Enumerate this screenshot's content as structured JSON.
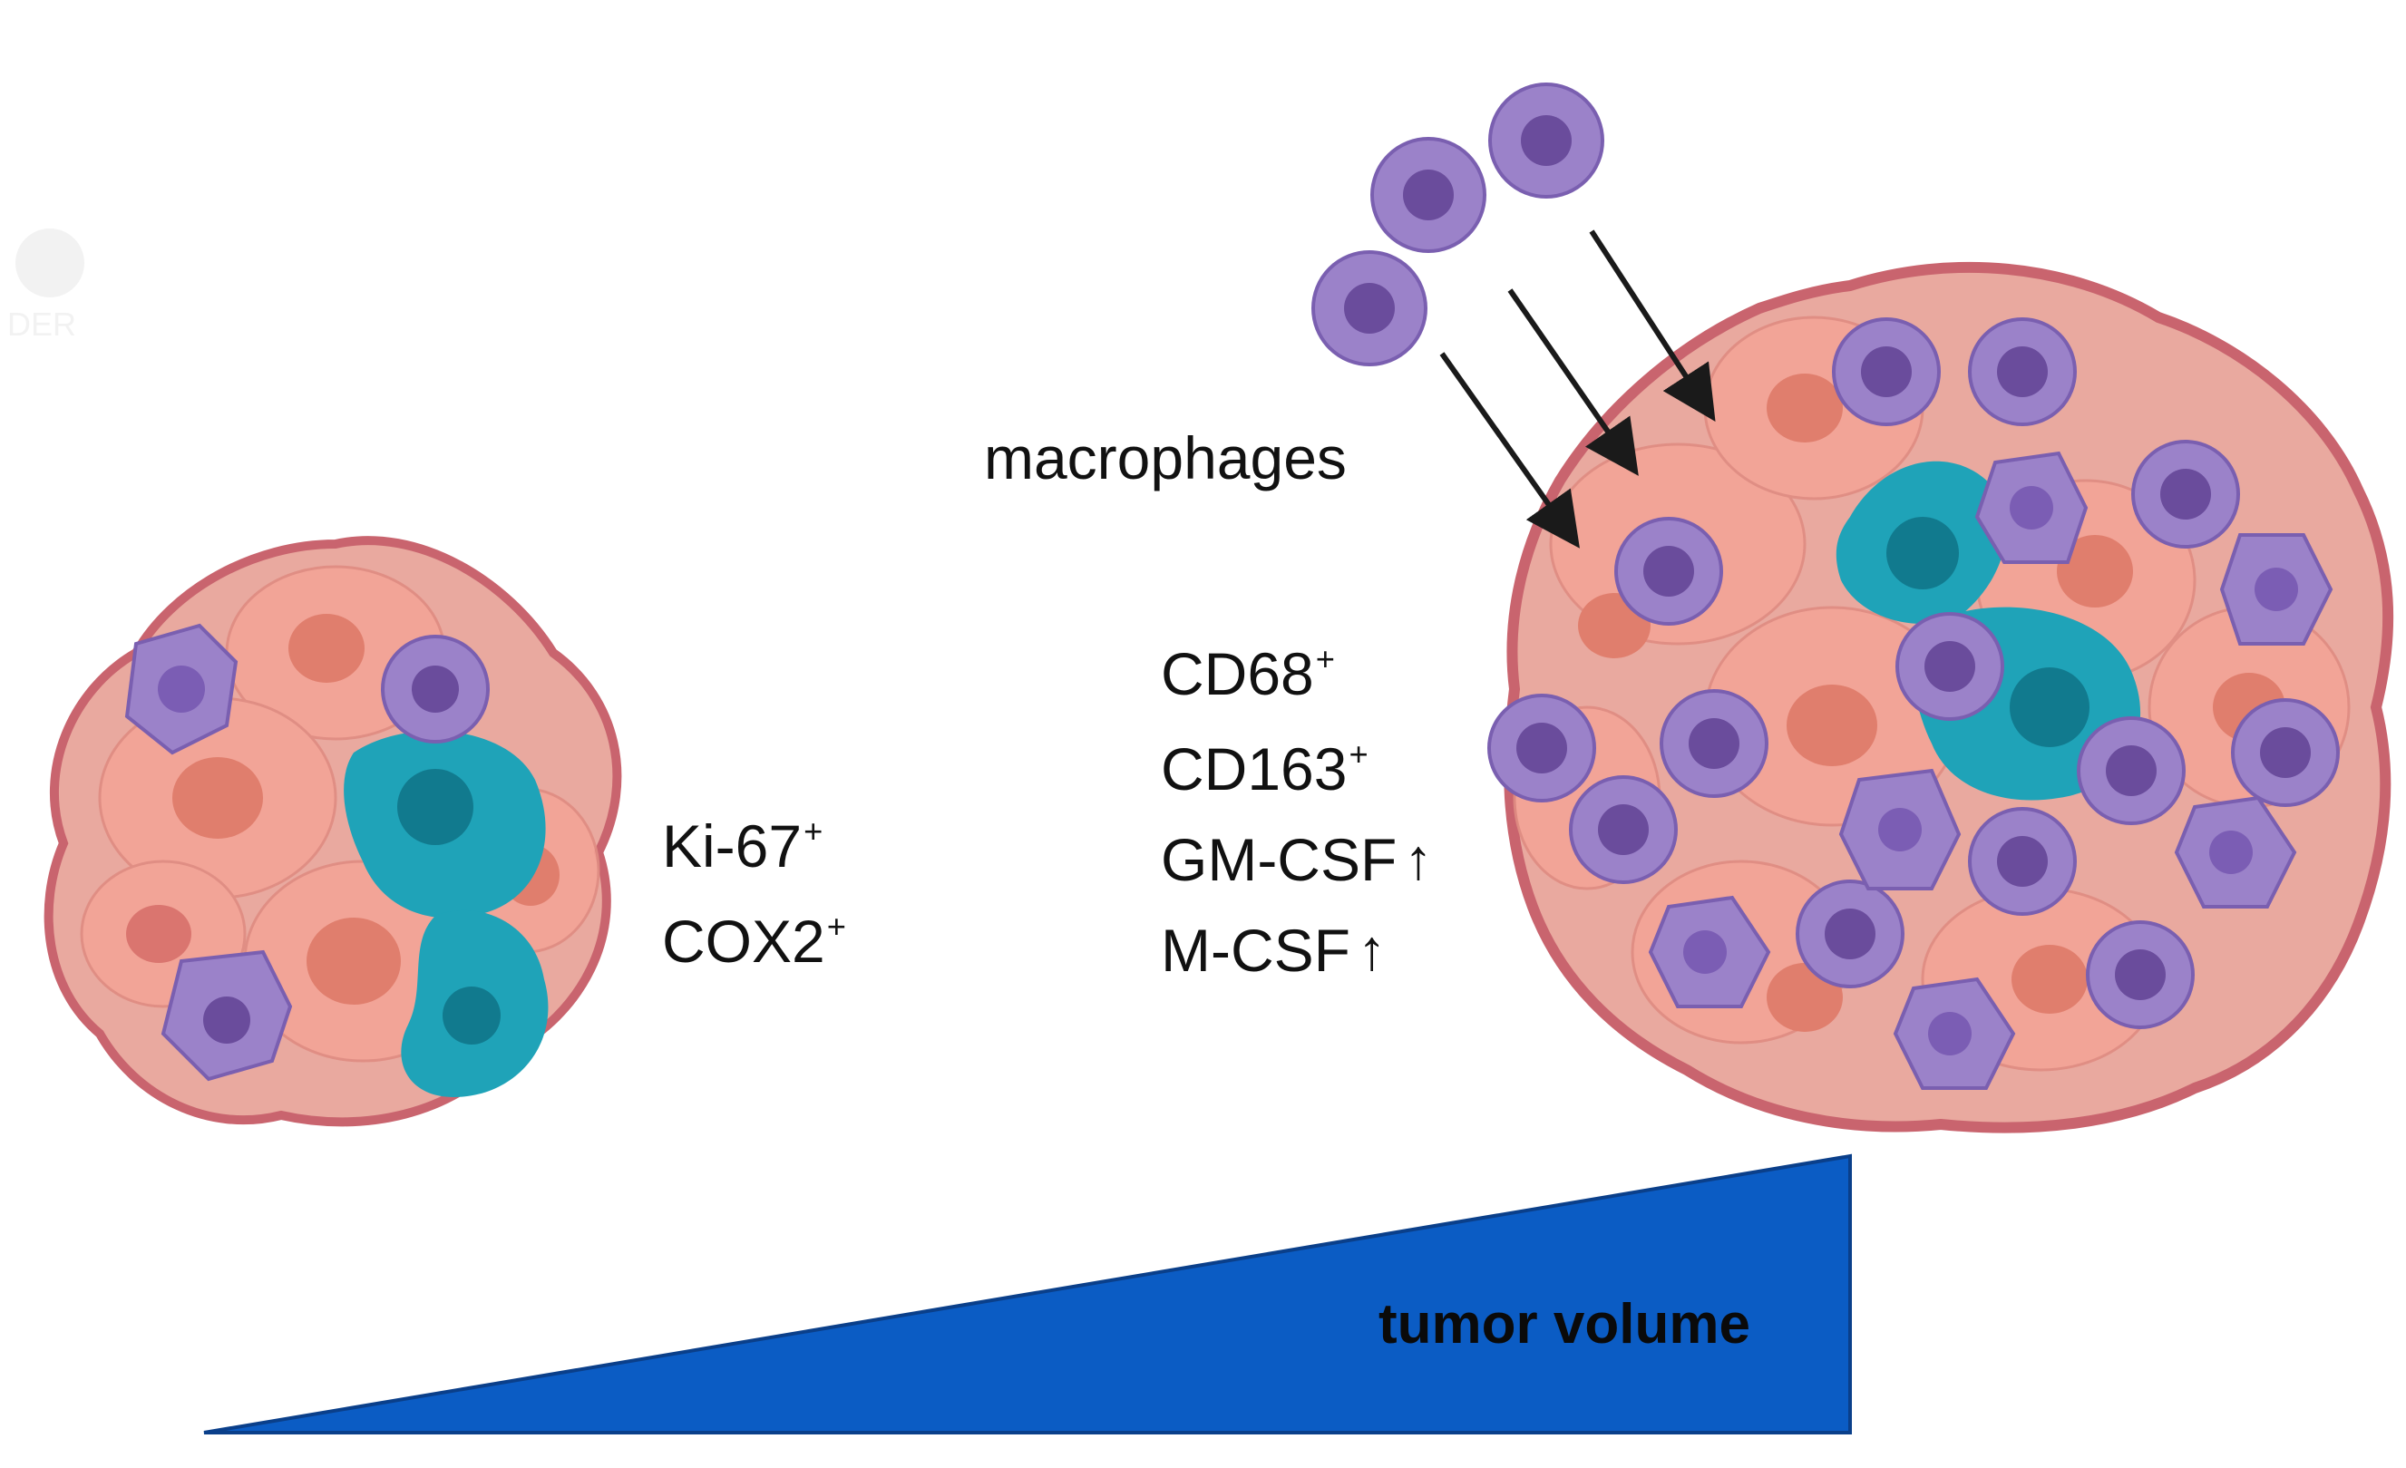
{
  "labels": {
    "small_tumor_markers": [
      {
        "text": "Ki-67",
        "sup": "+"
      },
      {
        "text": "COX2",
        "sup": "+"
      }
    ],
    "macrophages": "macrophages",
    "large_tumor_markers": [
      {
        "text": "CD68",
        "sup": "+",
        "arrow": ""
      },
      {
        "text": "CD163",
        "sup": "+",
        "arrow": ""
      },
      {
        "text": "GM-CSF",
        "sup": "",
        "arrow": "↑"
      },
      {
        "text": "M-CSF",
        "sup": "",
        "arrow": "↑"
      }
    ],
    "wedge": "tumor volume"
  },
  "colors": {
    "tumor_outline": "#c9646e",
    "tumor_fill": "#e9a99f",
    "cell_fill": "#f4a497",
    "nucleus": "#e07a68",
    "macrophage": "#9b82c9",
    "macrophage_nucleus": "#6a4c9c",
    "teal_cell": "#1fa3b8",
    "teal_nucleus": "#117a8e",
    "wedge": "#0b5cc4",
    "arrow": "#1a1a1a"
  }
}
